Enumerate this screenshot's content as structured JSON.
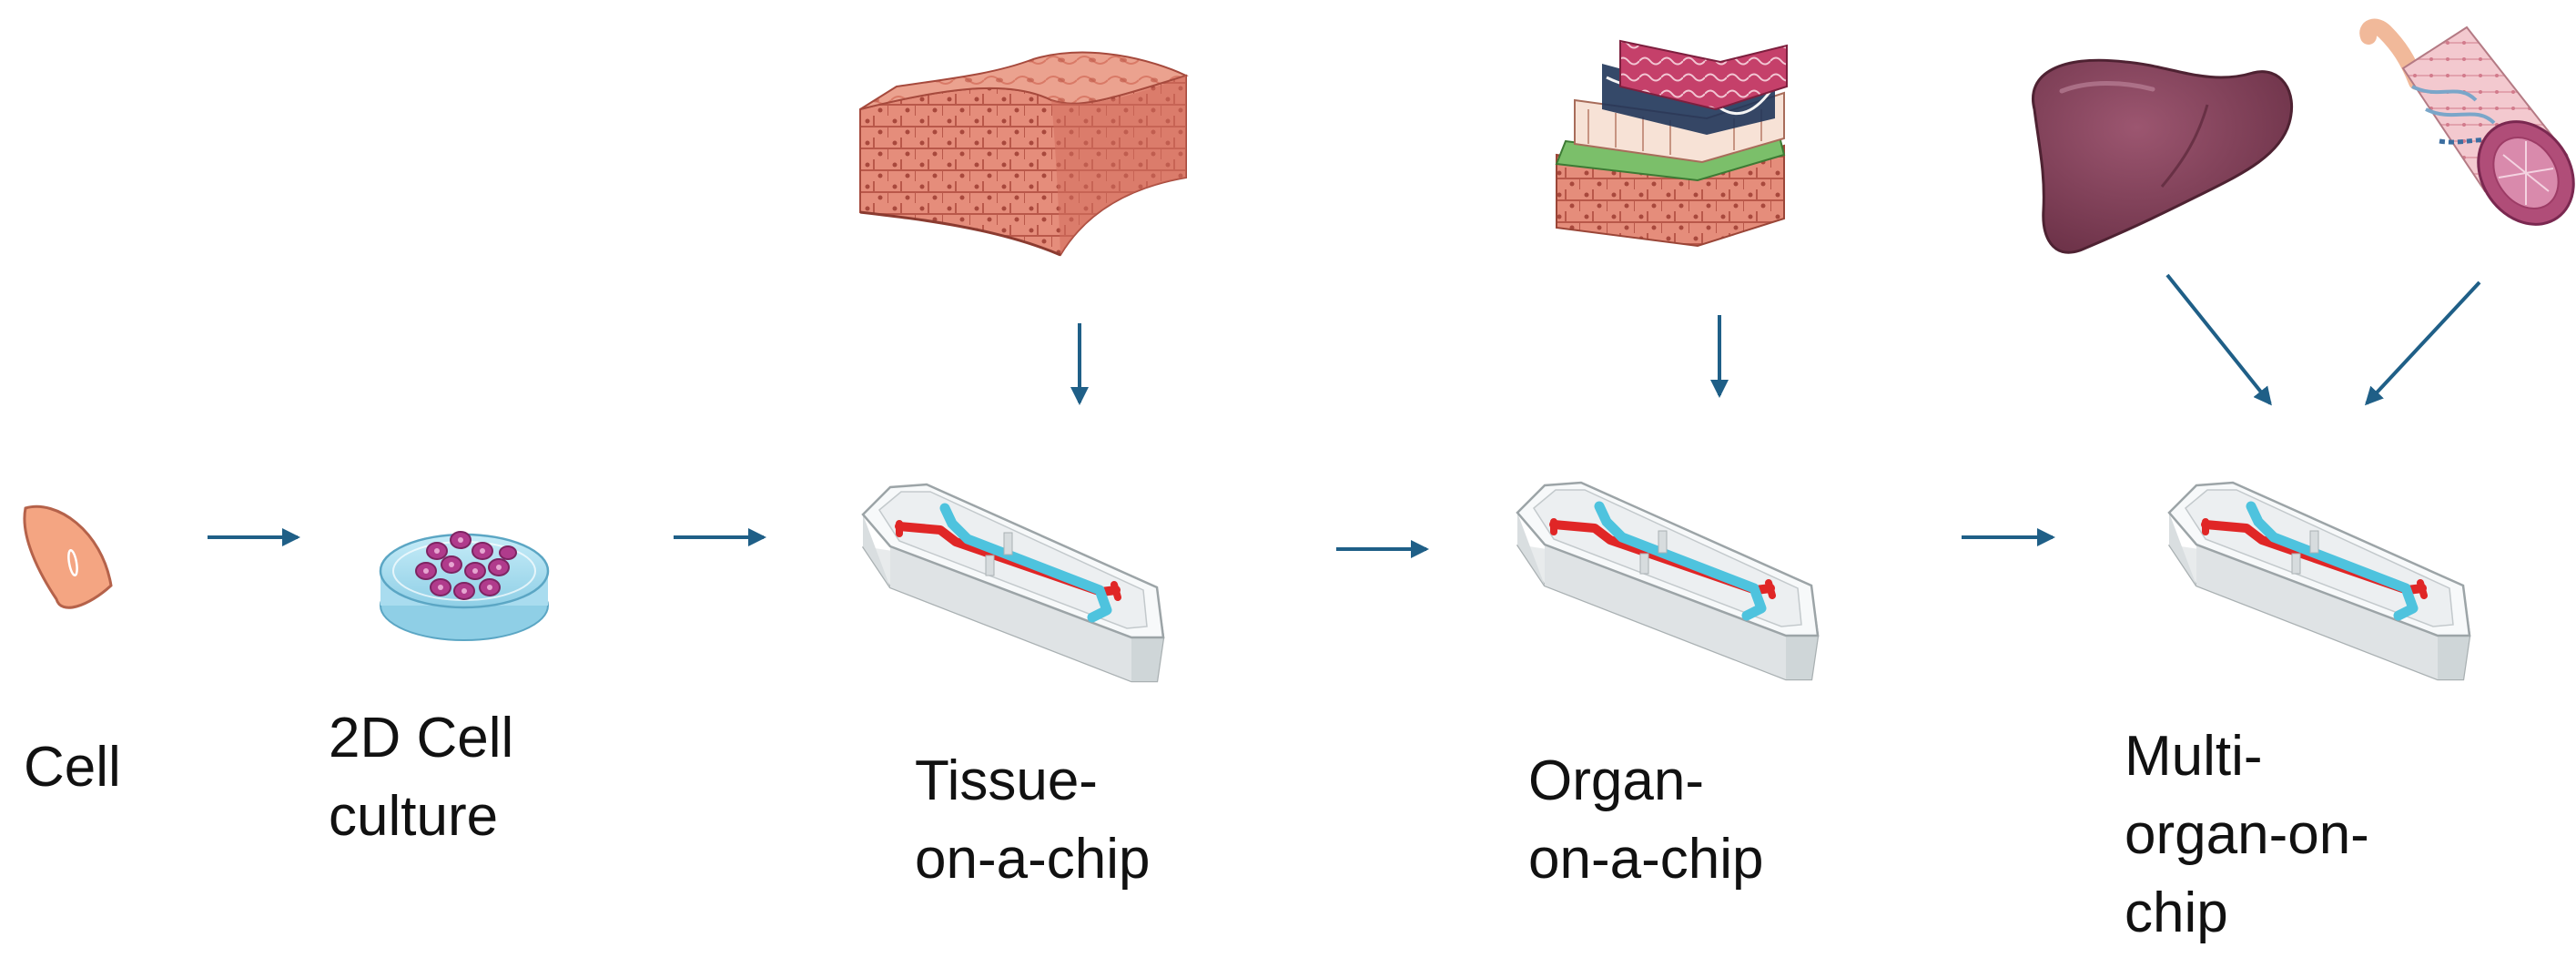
{
  "stages": [
    {
      "id": "cell",
      "lines": [
        "Cell"
      ]
    },
    {
      "id": "culture",
      "lines": [
        "2D Cell",
        "culture"
      ]
    },
    {
      "id": "tissue",
      "lines": [
        "Tissue-",
        "on-a-chip"
      ]
    },
    {
      "id": "organ",
      "lines": [
        "Organ-",
        "on-a-chip"
      ]
    },
    {
      "id": "multi",
      "lines": [
        "Multi-",
        "organ-on-",
        "chip"
      ]
    }
  ],
  "icons": {
    "cell": "cell-icon",
    "culture": "petri-dish-icon",
    "chip": "microfluidic-chip-icon",
    "tissue": "tissue-block-icon",
    "organ": "layered-organ-tissue-icon",
    "liver": "liver-icon",
    "vessel": "blood-vessel-icon"
  },
  "colors": {
    "arrow": "#1f5f87",
    "chip_red_channel": "#e02626",
    "chip_blue_channel": "#4ec3de",
    "cell": "#f4a582",
    "dish": "#a9dcef",
    "colony": "#b03b8c",
    "tissue": "#e9a091",
    "liver": "#7a3b52"
  }
}
